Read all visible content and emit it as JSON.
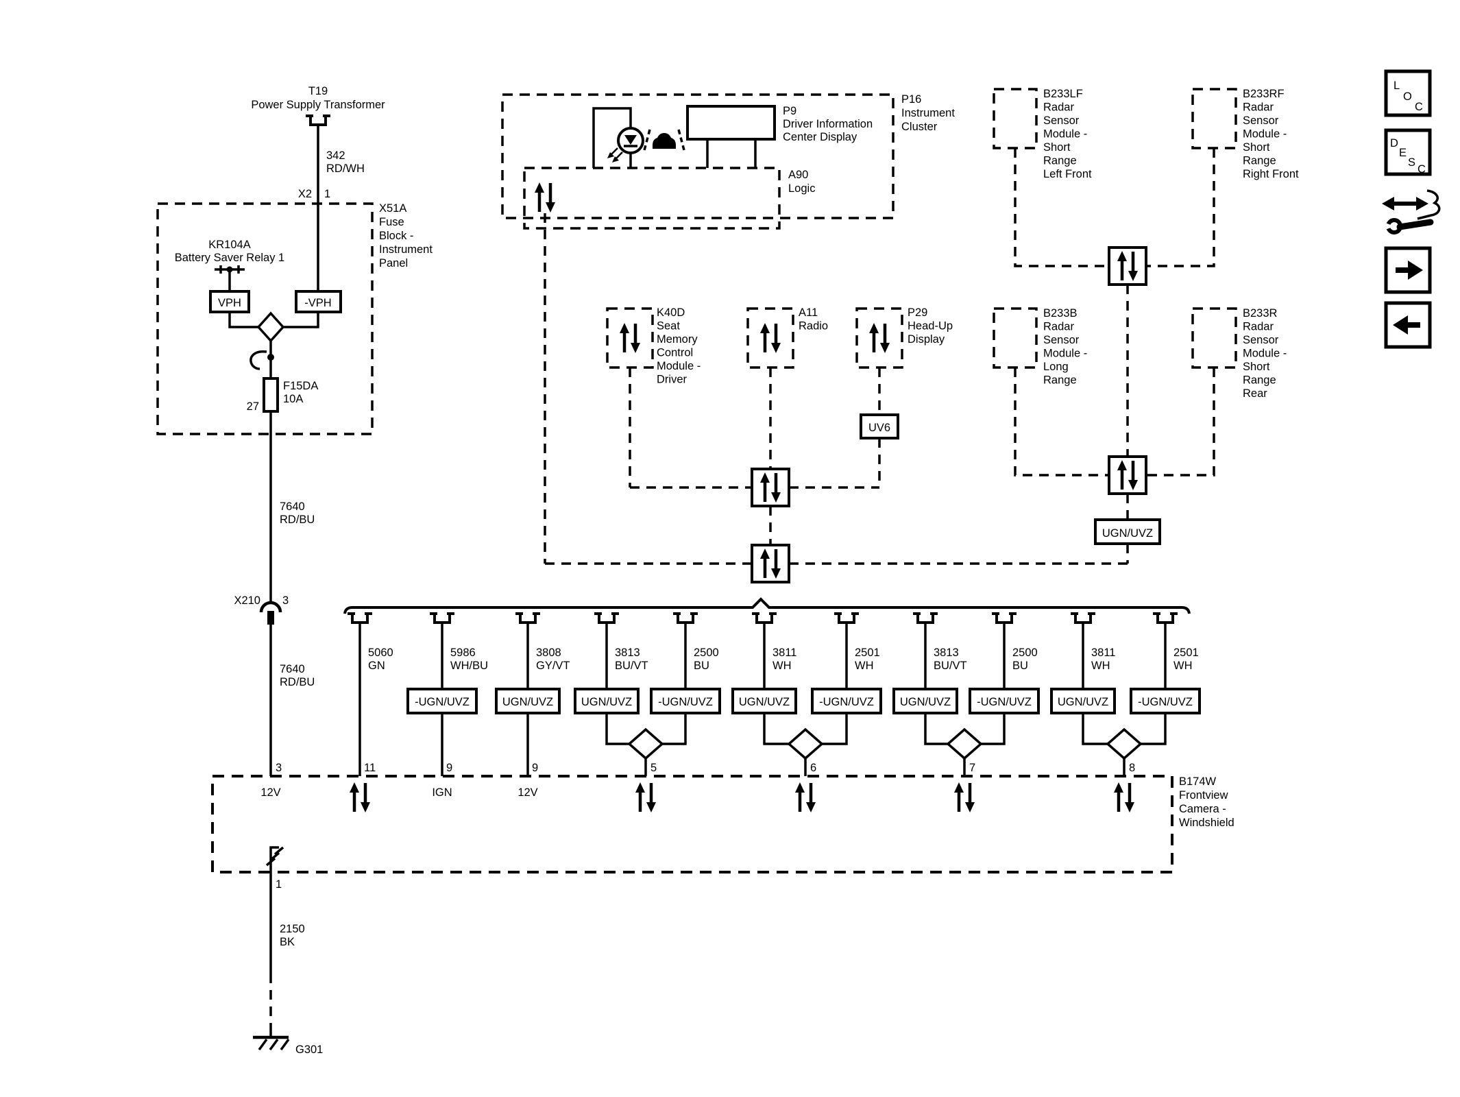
{
  "toolbar": {
    "loc": [
      "L",
      "O",
      "C"
    ],
    "desc": [
      "D",
      "E",
      "S",
      "C"
    ]
  },
  "power": {
    "t19_id": "T19",
    "t19_name": "Power Supply Transformer",
    "wire_342": {
      "circuit": "342",
      "color": "RD/WH"
    },
    "x2_label": "X2",
    "x2_pin": "1",
    "x51a_lines": [
      "X51A",
      "Fuse",
      "Block -",
      "Instrument",
      "Panel"
    ],
    "kr104a_id": "KR104A",
    "kr104a_name": "Battery Saver Relay 1",
    "vph": "VPH",
    "neg_vph": "-VPH",
    "fuse_id": "F15DA",
    "fuse_rating": "10A",
    "fuse_pin": "27",
    "wire_7640_a": {
      "circuit": "7640",
      "color": "RD/BU"
    },
    "x210_label": "X210",
    "x210_pin": "3",
    "wire_7640_b": {
      "circuit": "7640",
      "color": "RD/BU"
    },
    "wire_2150": {
      "circuit": "2150",
      "color": "BK"
    },
    "g301": "G301"
  },
  "cluster": {
    "p16_lines": [
      "P16",
      "Instrument",
      "Cluster"
    ],
    "p9_lines": [
      "P9",
      "Driver Information",
      "Center Display"
    ],
    "a90_lines": [
      "A90",
      "Logic"
    ]
  },
  "modules": {
    "k40d_lines": [
      "K40D",
      "Seat",
      "Memory",
      "Control",
      "Module -",
      "Driver"
    ],
    "a11_lines": [
      "A11",
      "Radio"
    ],
    "p29_lines": [
      "P29",
      "Head-Up",
      "Display"
    ],
    "uv6": "UV6",
    "b233lf_lines": [
      "B233LF",
      "Radar",
      "Sensor",
      "Module -",
      "Short",
      "Range",
      "Left Front"
    ],
    "b233rf_lines": [
      "B233RF",
      "Radar",
      "Sensor",
      "Module -",
      "Short",
      "Range",
      "Right Front"
    ],
    "b233b_lines": [
      "B233B",
      "Radar",
      "Sensor",
      "Module -",
      "Long",
      "Range"
    ],
    "b233r_lines": [
      "B233R",
      "Radar",
      "Sensor",
      "Module -",
      "Short",
      "Range",
      "Rear"
    ],
    "bus_tag": "UGN/UVZ"
  },
  "camera": {
    "b174w_lines": [
      "B174W",
      "Frontview",
      "Camera -",
      "Windshield"
    ],
    "pin_3": "3",
    "pin_11": "11",
    "pin_9a": "9",
    "pin_9b": "9",
    "pin_5": "5",
    "pin_6": "6",
    "pin_7": "7",
    "pin_8": "8",
    "pin_1": "1",
    "fn_12v_a": "12V",
    "fn_ign": "IGN",
    "fn_12v_b": "12V"
  },
  "camera_wires": {
    "w1": {
      "circuit": "5060",
      "color": "GN"
    },
    "w2": {
      "circuit": "5986",
      "color": "WH/BU",
      "tag": "-UGN/UVZ"
    },
    "w3": {
      "circuit": "3808",
      "color": "GY/VT",
      "tag": "UGN/UVZ"
    },
    "w4": {
      "circuit": "3813",
      "color": "BU/VT",
      "tag": "UGN/UVZ"
    },
    "w5": {
      "circuit": "2500",
      "color": "BU",
      "tag": "-UGN/UVZ"
    },
    "w6": {
      "circuit": "3811",
      "color": "WH",
      "tag": "UGN/UVZ"
    },
    "w7": {
      "circuit": "2501",
      "color": "WH",
      "tag": "-UGN/UVZ"
    },
    "w8": {
      "circuit": "3813",
      "color": "BU/VT",
      "tag": "UGN/UVZ"
    },
    "w9": {
      "circuit": "2500",
      "color": "BU",
      "tag": "-UGN/UVZ"
    },
    "w10": {
      "circuit": "3811",
      "color": "WH",
      "tag": "UGN/UVZ"
    },
    "w11": {
      "circuit": "2501",
      "color": "WH",
      "tag": "-UGN/UVZ"
    }
  }
}
